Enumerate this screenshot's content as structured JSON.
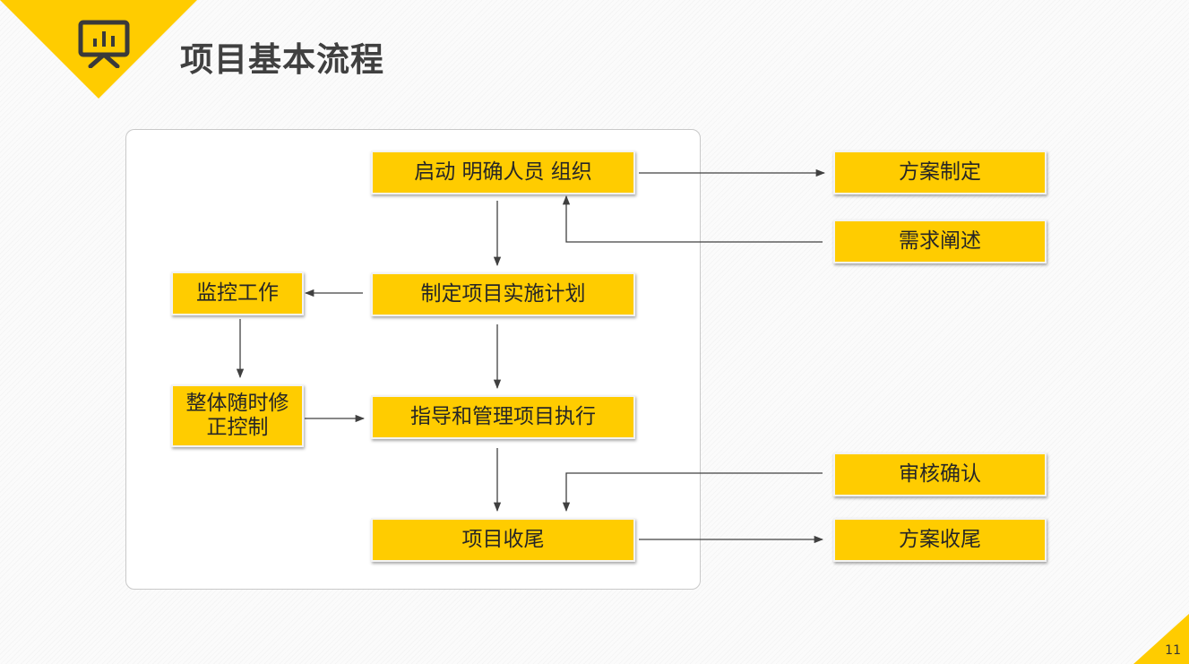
{
  "header": {
    "title": "项目基本流程",
    "page_number": "11"
  },
  "flow": {
    "start": "启动  明确人员 组织",
    "plan": "制定项目实施计划",
    "execute": "指导和管理项目执行",
    "close": "项目收尾",
    "monitor": "监控工作",
    "adjust": "整体随时修\n正控制"
  },
  "side": {
    "scheme": "方案制定",
    "requirements": "需求阐述",
    "review": "审核确认",
    "scheme_close": "方案收尾"
  },
  "colors": {
    "accent": "#ffcc00",
    "title_text": "#404040",
    "box_text": "#262626",
    "connector": "#404040"
  },
  "icons": {
    "title_icon": "presentation-board-icon"
  }
}
